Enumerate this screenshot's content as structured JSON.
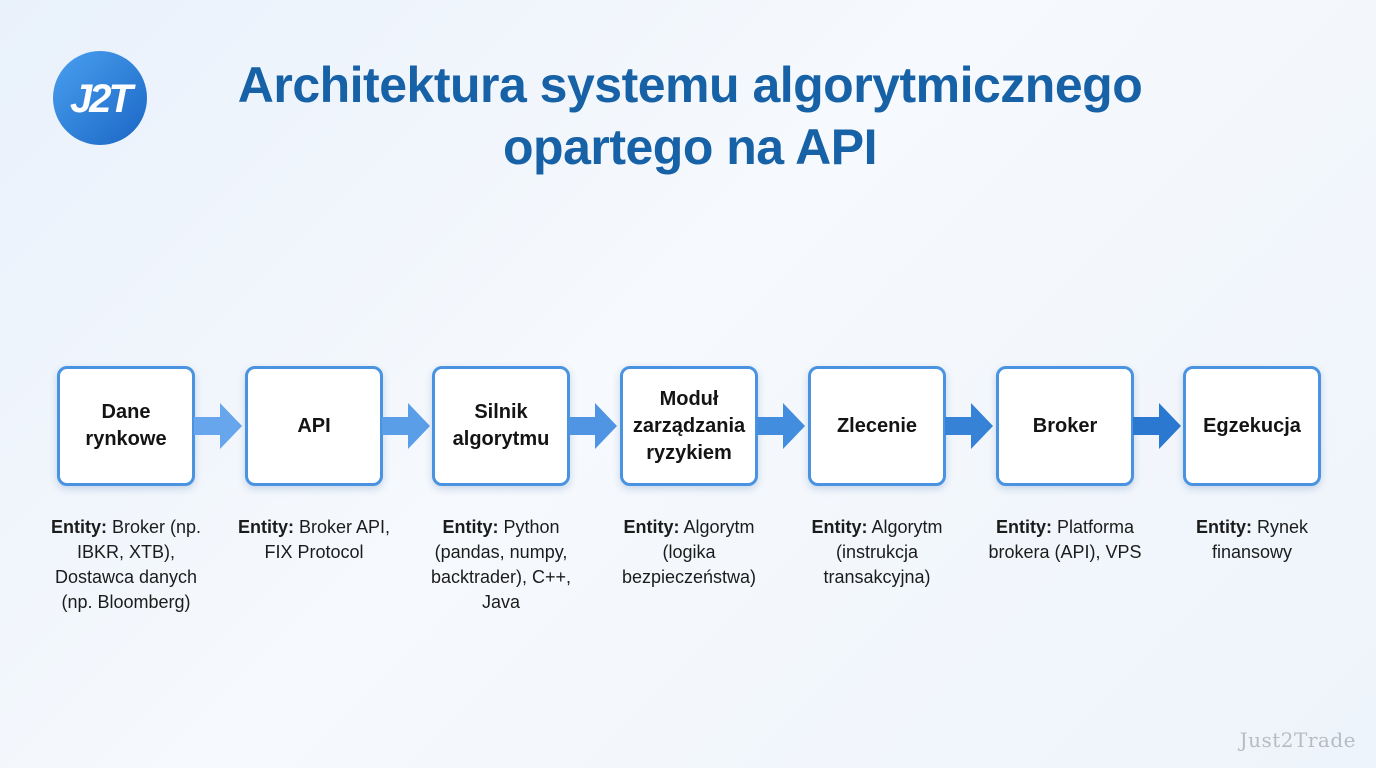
{
  "logo": {
    "text": "J2T",
    "icon": "j2t-logo"
  },
  "title": {
    "line1": "Architektura systemu algorytmicznego",
    "line2": "opartego na API"
  },
  "steps": [
    {
      "label": "Dane rynkowe",
      "entity_prefix": "Entity:",
      "entity_text": "Broker (np. IBKR, XTB), Dostawca danych (np. Bloomberg)"
    },
    {
      "label": "API",
      "entity_prefix": "Entity:",
      "entity_text": "Broker API, FIX Protocol"
    },
    {
      "label": "Silnik algorytmu",
      "entity_prefix": "Entity:",
      "entity_text": "Python (pandas, numpy, backtrader), C++, Java"
    },
    {
      "label": "Moduł zarządzania ryzykiem",
      "entity_prefix": "Entity:",
      "entity_text": "Algorytm (logika bezpieczeństwa)"
    },
    {
      "label": "Zlecenie",
      "entity_prefix": "Entity:",
      "entity_text": "Algorytm (instrukcja transakcyjna)"
    },
    {
      "label": "Broker",
      "entity_prefix": "Entity:",
      "entity_text": "Platforma brokera (API), VPS"
    },
    {
      "label": "Egzekucja",
      "entity_prefix": "Entity:",
      "entity_text": "Rynek finansowy"
    }
  ],
  "colors": {
    "title": "#1761a6",
    "box_border": "#4a93e0",
    "arrow": "#3a8ae0",
    "logo_bg": "#2a7fdc"
  },
  "watermark": "Just2Trade"
}
